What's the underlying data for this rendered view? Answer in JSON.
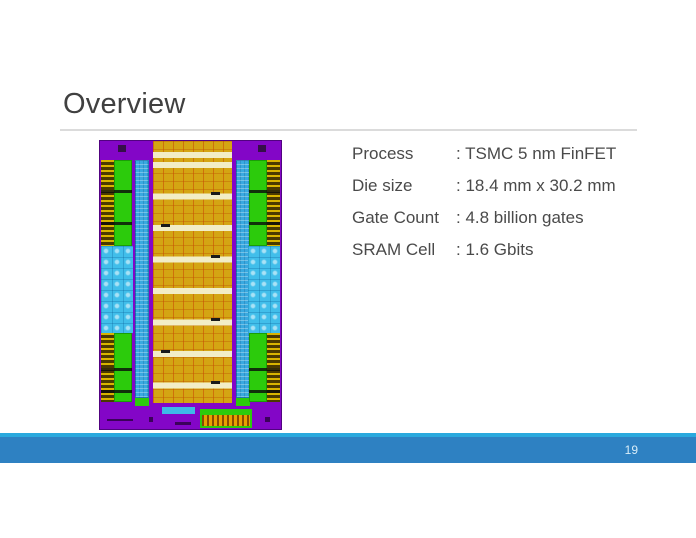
{
  "slide": {
    "title": "Overview",
    "page_number": "19"
  },
  "specs": {
    "rows": [
      {
        "label": "Process",
        "value": ": TSMC 5 nm FinFET"
      },
      {
        "label": "Die size",
        "value": ": 18.4 mm x 30.2 mm"
      },
      {
        "label": "Gate Count",
        "value": ": 4.8 billion gates"
      },
      {
        "label": "SRAM Cell",
        "value": ": 1.6 Gbits"
      }
    ]
  },
  "colors": {
    "accent_blue": "#2e81c2",
    "accent_light_blue": "#2aa9de",
    "title_gray": "#404040",
    "text_gray": "#4a4a4a",
    "die_purple": "#8306c7",
    "die_gold": "#d4a513",
    "die_cream": "#f2edc6",
    "die_cyan": "#39a9e0",
    "die_cyan_light": "#41beea",
    "die_green": "#2ccb0c",
    "pad_yellow": "#d8b400",
    "pad_dark": "#4a3a00"
  }
}
